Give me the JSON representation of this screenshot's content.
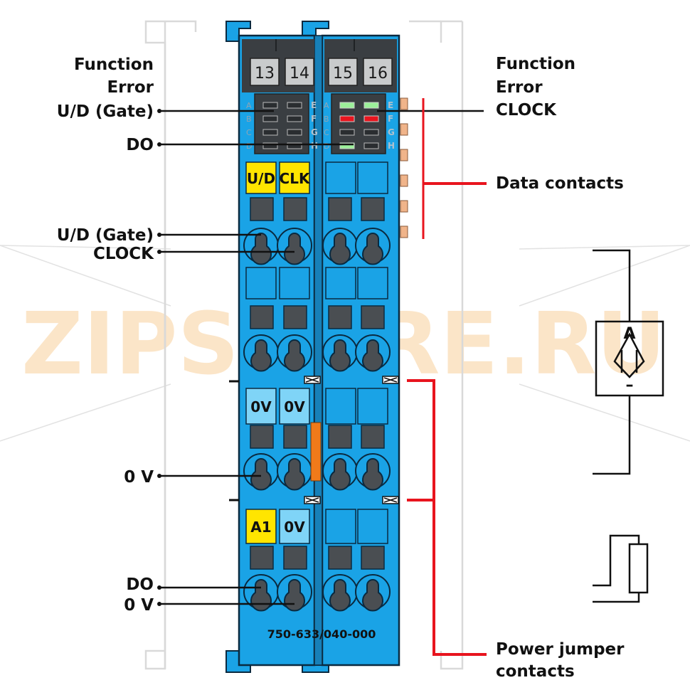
{
  "terminal_numbers": [
    "13",
    "14",
    "15",
    "16"
  ],
  "left_labels": {
    "function": "Function",
    "error": "Error",
    "ud_gate_top": "U/D (Gate)",
    "do_top": "DO",
    "ud_gate_mid": "U/D (Gate)",
    "clock_mid": "CLOCK",
    "zero_v_mid": "0 V",
    "do_bottom": "DO",
    "zero_v_bottom": "0 V"
  },
  "right_labels": {
    "function": "Function",
    "error": "Error",
    "clock": "CLOCK",
    "data_contacts": "Data contacts",
    "power_jumper_line1": "Power jumper",
    "power_jumper_line2": "contacts"
  },
  "led_letters_left": [
    "A",
    "B",
    "C",
    "D"
  ],
  "led_letters_right": [
    "E",
    "F",
    "G",
    "H"
  ],
  "led_letters_left2": [
    "A",
    "B",
    "C",
    "D"
  ],
  "led_letters_right2": [
    "E",
    "F",
    "G",
    "H"
  ],
  "terminal_tags": {
    "ud": "U/D",
    "clk": "CLK",
    "zv_left": "0V",
    "zv_right": "0V",
    "a1": "A1",
    "zv_bottom": "0V"
  },
  "part_number": "750-633/040-000",
  "symbol_letter": "A",
  "symbol_minus": "–",
  "watermark": "ZIPSCORE.RU",
  "colors": {
    "module_blue": "#1aa3e6",
    "tag_yellow": "#ffe500",
    "tag_light_blue": "#7fd4f7",
    "led_green": "#9cf09a",
    "led_red": "#e8141e",
    "leader_red": "#e8141e",
    "contact_orange": "#f0b48a",
    "jumper_orange": "#f07a1a"
  }
}
